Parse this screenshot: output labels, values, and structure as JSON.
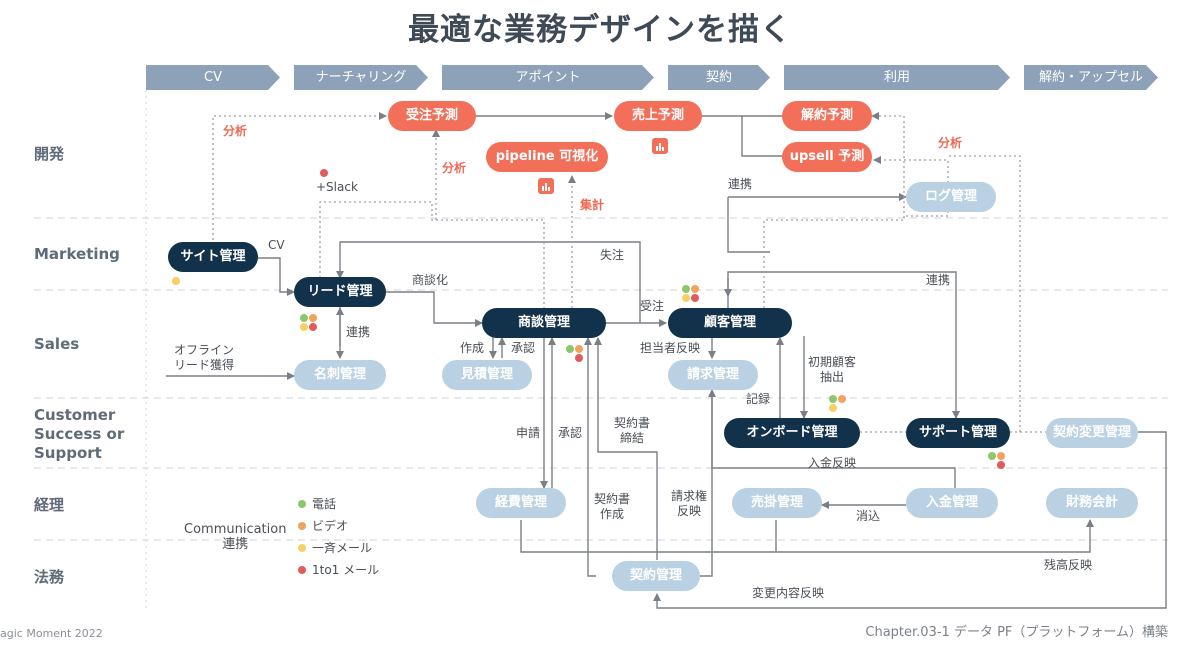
{
  "title": "最適な業務デザインを描く",
  "phases": [
    "CV",
    "ナーチャリング",
    "アポイント",
    "契約",
    "利用",
    "解約・アップセル"
  ],
  "lanes": {
    "dev": "開発",
    "marketing": "Marketing",
    "sales": "Sales",
    "cs": "Customer\nSuccess or\nSupport",
    "accounting": "経理",
    "legal": "法務"
  },
  "nodes": {
    "juchu": "受注予測",
    "uriage": "売上予測",
    "kaiyaku": "解約予測",
    "upsell": "upsell 予測",
    "pipeline": "pipeline 可視化",
    "log": "ログ管理",
    "site": "サイト管理",
    "lead": "リード管理",
    "shodan": "商談管理",
    "kokyaku": "顧客管理",
    "meishi": "名刺管理",
    "mitsumori": "見積管理",
    "seikyu": "請求管理",
    "onboard": "オンボード管理",
    "support": "サポート管理",
    "keiyakuhenko": "契約変更管理",
    "keihi": "経費管理",
    "urikake": "売掛管理",
    "nyukin": "入金管理",
    "zaimu": "財務会計",
    "keiyaku": "契約管理"
  },
  "labels": {
    "bunseki1": "分析",
    "bunseki2": "分析",
    "bunseki3": "分析",
    "shukei": "集計",
    "slack": "+Slack",
    "cv": "CV",
    "shodanka": "商談化",
    "renkei1": "連携",
    "renkei2": "連携",
    "renkei3": "連携",
    "shitchu": "失注",
    "juchu": "受注",
    "offline": "オフライン\nリード獲得",
    "sakusei": "作成",
    "shonin1": "承認",
    "tantosha": "担当者反映",
    "shoki": "初期顧客\n抽出",
    "kiroku": "記録",
    "shinsei": "申請",
    "shonin2": "承認",
    "keiyakushoteiketsu": "契約書\n締結",
    "nyukinhanei": "入金反映",
    "keiyakushosakusei": "契約書\n作成",
    "seikyuken": "請求権\n反映",
    "keshikomi": "消込",
    "zandaka": "残高反映",
    "henko": "変更内容反映",
    "communication": "Communication\n連携"
  },
  "legend": [
    "電話",
    "ビデオ",
    "一斉メール",
    "1to1 メール"
  ],
  "colors": {
    "green": "#8cc66d",
    "orange": "#f0a35e",
    "yellow": "#f6d063",
    "red": "#e05b5b"
  },
  "footer": {
    "left": "agic Moment 2022",
    "right": "Chapter.03-1 データ PF（プラットフォーム）構築"
  }
}
